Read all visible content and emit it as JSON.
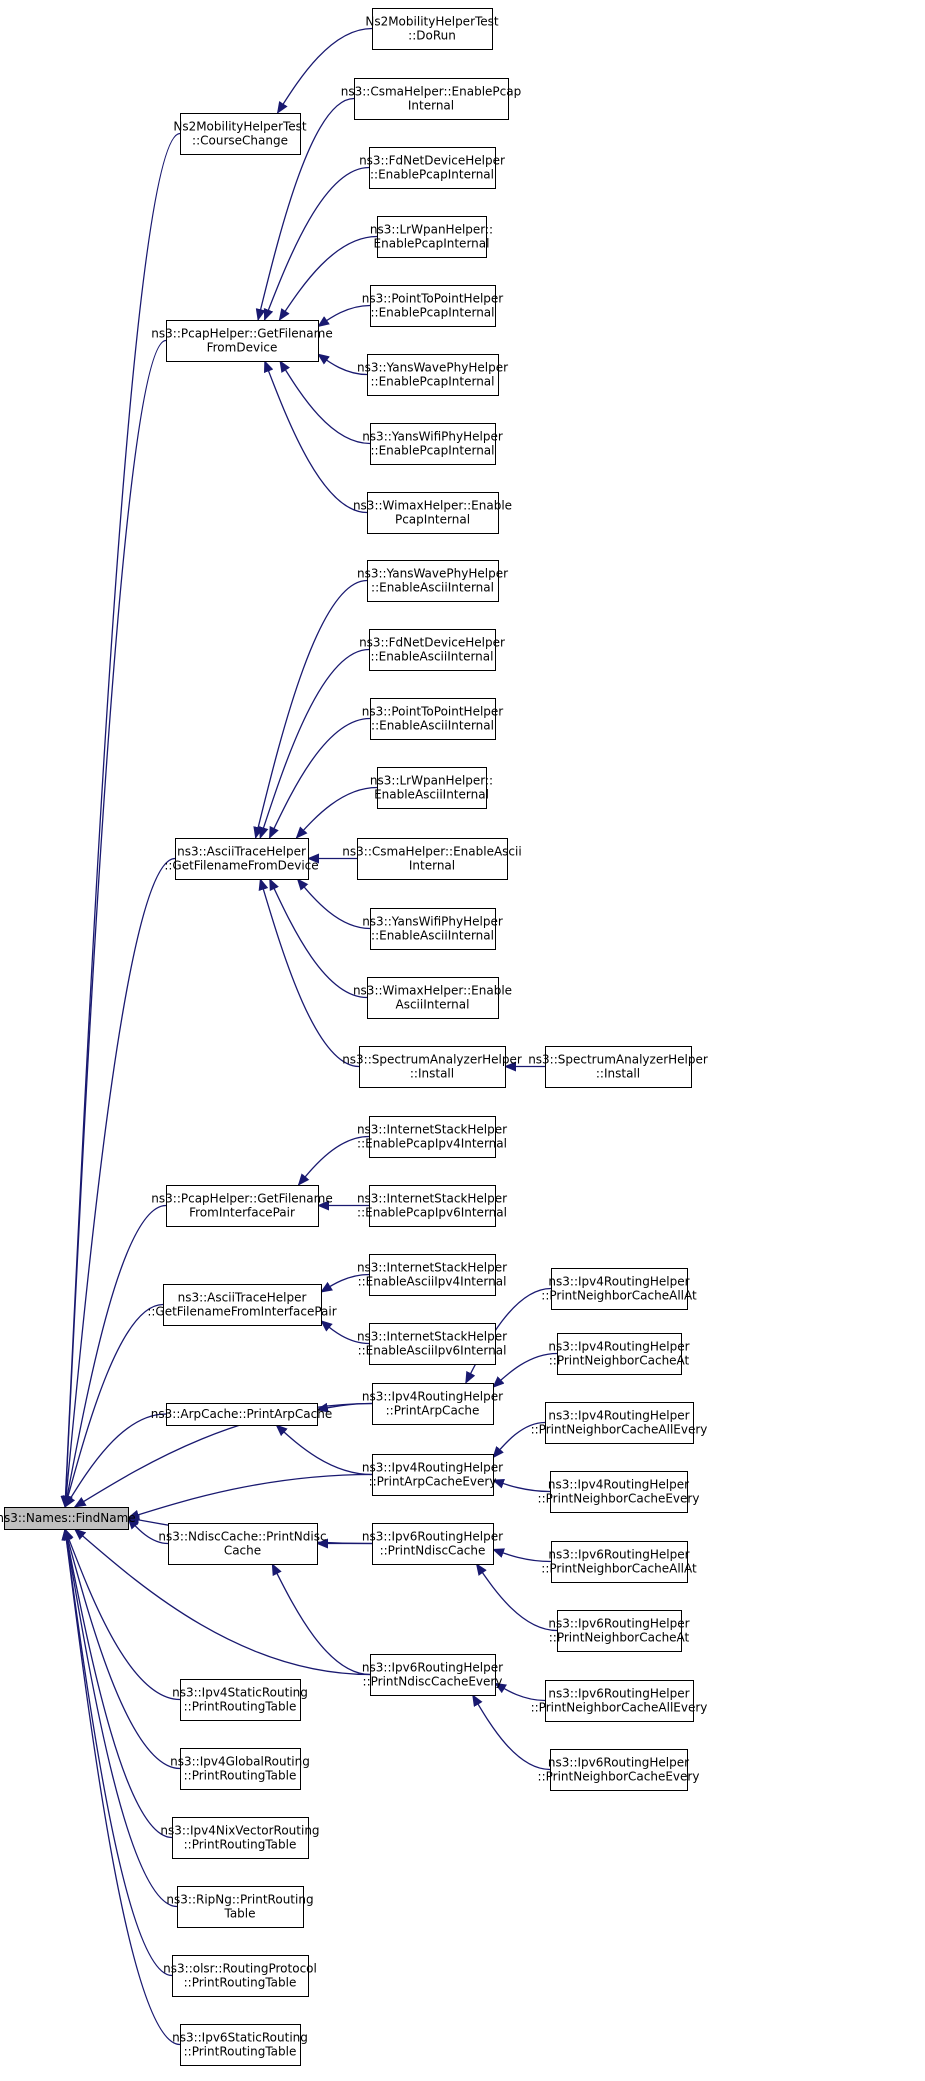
{
  "graph": {
    "root": "findname",
    "nodes": [
      {
        "id": "findname",
        "lines": [
          "ns3::Names::FindName"
        ],
        "root": true
      },
      {
        "id": "ns2mob_cc",
        "lines": [
          "Ns2MobilityHelperTest",
          "::CourseChange"
        ]
      },
      {
        "id": "ns2mob_dorun",
        "lines": [
          "Ns2MobilityHelperTest",
          "::DoRun"
        ]
      },
      {
        "id": "pcap_gfd",
        "lines": [
          "ns3::PcapHelper::GetFilename",
          "FromDevice"
        ]
      },
      {
        "id": "csma_pcap",
        "lines": [
          "ns3::CsmaHelper::EnablePcap",
          "Internal"
        ]
      },
      {
        "id": "fdnet_pcap",
        "lines": [
          "ns3::FdNetDeviceHelper",
          "::EnablePcapInternal"
        ]
      },
      {
        "id": "lrwpan_pcap",
        "lines": [
          "ns3::LrWpanHelper::",
          "EnablePcapInternal"
        ]
      },
      {
        "id": "p2p_pcap",
        "lines": [
          "ns3::PointToPointHelper",
          "::EnablePcapInternal"
        ]
      },
      {
        "id": "yanswave_pcap",
        "lines": [
          "ns3::YansWavePhyHelper",
          "::EnablePcapInternal"
        ]
      },
      {
        "id": "yanswifi_pcap",
        "lines": [
          "ns3::YansWifiPhyHelper",
          "::EnablePcapInternal"
        ]
      },
      {
        "id": "wimax_pcap",
        "lines": [
          "ns3::WimaxHelper::Enable",
          "PcapInternal"
        ]
      },
      {
        "id": "ascii_gfd",
        "lines": [
          "ns3::AsciiTraceHelper",
          "::GetFilenameFromDevice"
        ]
      },
      {
        "id": "yanswave_ascii",
        "lines": [
          "ns3::YansWavePhyHelper",
          "::EnableAsciiInternal"
        ]
      },
      {
        "id": "fdnet_ascii",
        "lines": [
          "ns3::FdNetDeviceHelper",
          "::EnableAsciiInternal"
        ]
      },
      {
        "id": "p2p_ascii",
        "lines": [
          "ns3::PointToPointHelper",
          "::EnableAsciiInternal"
        ]
      },
      {
        "id": "lrwpan_ascii",
        "lines": [
          "ns3::LrWpanHelper::",
          "EnableAsciiInternal"
        ]
      },
      {
        "id": "csma_ascii",
        "lines": [
          "ns3::CsmaHelper::EnableAscii",
          "Internal"
        ]
      },
      {
        "id": "yanswifi_ascii",
        "lines": [
          "ns3::YansWifiPhyHelper",
          "::EnableAsciiInternal"
        ]
      },
      {
        "id": "wimax_ascii",
        "lines": [
          "ns3::WimaxHelper::Enable",
          "AsciiInternal"
        ]
      },
      {
        "id": "spectrum_install_a",
        "lines": [
          "ns3::SpectrumAnalyzerHelper",
          "::Install"
        ]
      },
      {
        "id": "spectrum_install_b",
        "lines": [
          "ns3::SpectrumAnalyzerHelper",
          "::Install"
        ]
      },
      {
        "id": "pcap_gfip",
        "lines": [
          "ns3::PcapHelper::GetFilename",
          "FromInterfacePair"
        ]
      },
      {
        "id": "inet_pcap4",
        "lines": [
          "ns3::InternetStackHelper",
          "::EnablePcapIpv4Internal"
        ]
      },
      {
        "id": "inet_pcap6",
        "lines": [
          "ns3::InternetStackHelper",
          "::EnablePcapIpv6Internal"
        ]
      },
      {
        "id": "ascii_gfip",
        "lines": [
          "ns3::AsciiTraceHelper",
          "::GetFilenameFromInterfacePair"
        ]
      },
      {
        "id": "inet_ascii4",
        "lines": [
          "ns3::InternetStackHelper",
          "::EnableAsciiIpv4Internal"
        ]
      },
      {
        "id": "inet_ascii6",
        "lines": [
          "ns3::InternetStackHelper",
          "::EnableAsciiIpv6Internal"
        ]
      },
      {
        "id": "arp_print",
        "lines": [
          "ns3::ArpCache::PrintArpCache"
        ]
      },
      {
        "id": "ipv4rh_pac",
        "lines": [
          "ns3::Ipv4RoutingHelper",
          "::PrintArpCache"
        ]
      },
      {
        "id": "ipv4rh_pnc_all_at",
        "lines": [
          "ns3::Ipv4RoutingHelper",
          "::PrintNeighborCacheAllAt"
        ]
      },
      {
        "id": "ipv4rh_pnc_at",
        "lines": [
          "ns3::Ipv4RoutingHelper",
          "::PrintNeighborCacheAt"
        ]
      },
      {
        "id": "ipv4rh_pace",
        "lines": [
          "ns3::Ipv4RoutingHelper",
          "::PrintArpCacheEvery"
        ]
      },
      {
        "id": "ipv4rh_pnc_all_every",
        "lines": [
          "ns3::Ipv4RoutingHelper",
          "::PrintNeighborCacheAllEvery"
        ]
      },
      {
        "id": "ipv4rh_pnc_every",
        "lines": [
          "ns3::Ipv4RoutingHelper",
          "::PrintNeighborCacheEvery"
        ]
      },
      {
        "id": "ndisc_print",
        "lines": [
          "ns3::NdiscCache::PrintNdisc",
          "Cache"
        ]
      },
      {
        "id": "ipv6rh_pnc",
        "lines": [
          "ns3::Ipv6RoutingHelper",
          "::PrintNdiscCache"
        ]
      },
      {
        "id": "ipv6rh_pnc_all_at",
        "lines": [
          "ns3::Ipv6RoutingHelper",
          "::PrintNeighborCacheAllAt"
        ]
      },
      {
        "id": "ipv6rh_pnc_at",
        "lines": [
          "ns3::Ipv6RoutingHelper",
          "::PrintNeighborCacheAt"
        ]
      },
      {
        "id": "ipv6rh_pnce",
        "lines": [
          "ns3::Ipv6RoutingHelper",
          "::PrintNdiscCacheEvery"
        ]
      },
      {
        "id": "ipv6rh_pnc_all_every",
        "lines": [
          "ns3::Ipv6RoutingHelper",
          "::PrintNeighborCacheAllEvery"
        ]
      },
      {
        "id": "ipv6rh_pnc_every",
        "lines": [
          "ns3::Ipv6RoutingHelper",
          "::PrintNeighborCacheEvery"
        ]
      },
      {
        "id": "ipv4static_prt",
        "lines": [
          "ns3::Ipv4StaticRouting",
          "::PrintRoutingTable"
        ]
      },
      {
        "id": "ipv4global_prt",
        "lines": [
          "ns3::Ipv4GlobalRouting",
          "::PrintRoutingTable"
        ]
      },
      {
        "id": "ipv4nix_prt",
        "lines": [
          "ns3::Ipv4NixVectorRouting",
          "::PrintRoutingTable"
        ]
      },
      {
        "id": "ripng_prt",
        "lines": [
          "ns3::RipNg::PrintRouting",
          "Table"
        ]
      },
      {
        "id": "olsr_prt",
        "lines": [
          "ns3::olsr::RoutingProtocol",
          "::PrintRoutingTable"
        ]
      },
      {
        "id": "ipv6static_prt",
        "lines": [
          "ns3::Ipv6StaticRouting",
          "::PrintRoutingTable"
        ]
      }
    ],
    "edges": [
      [
        "ns2mob_cc",
        "findname"
      ],
      [
        "ns2mob_dorun",
        "ns2mob_cc"
      ],
      [
        "pcap_gfd",
        "findname"
      ],
      [
        "csma_pcap",
        "pcap_gfd"
      ],
      [
        "fdnet_pcap",
        "pcap_gfd"
      ],
      [
        "lrwpan_pcap",
        "pcap_gfd"
      ],
      [
        "p2p_pcap",
        "pcap_gfd"
      ],
      [
        "yanswave_pcap",
        "pcap_gfd"
      ],
      [
        "yanswifi_pcap",
        "pcap_gfd"
      ],
      [
        "wimax_pcap",
        "pcap_gfd"
      ],
      [
        "ascii_gfd",
        "findname"
      ],
      [
        "yanswave_ascii",
        "ascii_gfd"
      ],
      [
        "fdnet_ascii",
        "ascii_gfd"
      ],
      [
        "p2p_ascii",
        "ascii_gfd"
      ],
      [
        "lrwpan_ascii",
        "ascii_gfd"
      ],
      [
        "csma_ascii",
        "ascii_gfd"
      ],
      [
        "yanswifi_ascii",
        "ascii_gfd"
      ],
      [
        "wimax_ascii",
        "ascii_gfd"
      ],
      [
        "spectrum_install_a",
        "ascii_gfd"
      ],
      [
        "spectrum_install_b",
        "spectrum_install_a"
      ],
      [
        "pcap_gfip",
        "findname"
      ],
      [
        "inet_pcap4",
        "pcap_gfip"
      ],
      [
        "inet_pcap6",
        "pcap_gfip"
      ],
      [
        "ascii_gfip",
        "findname"
      ],
      [
        "inet_ascii4",
        "ascii_gfip"
      ],
      [
        "inet_ascii6",
        "ascii_gfip"
      ],
      [
        "ipv4rh_pac",
        "findname"
      ],
      [
        "arp_print",
        "findname"
      ],
      [
        "ipv4rh_pac",
        "arp_print"
      ],
      [
        "ipv4rh_pnc_all_at",
        "ipv4rh_pac"
      ],
      [
        "ipv4rh_pnc_at",
        "ipv4rh_pac"
      ],
      [
        "ipv4rh_pace",
        "arp_print"
      ],
      [
        "ipv4rh_pace",
        "findname"
      ],
      [
        "ipv4rh_pnc_all_every",
        "ipv4rh_pace"
      ],
      [
        "ipv4rh_pnc_every",
        "ipv4rh_pace"
      ],
      [
        "ipv6rh_pnc",
        "findname"
      ],
      [
        "ndisc_print",
        "findname"
      ],
      [
        "ipv6rh_pnc",
        "ndisc_print"
      ],
      [
        "ipv6rh_pnc_all_at",
        "ipv6rh_pnc"
      ],
      [
        "ipv6rh_pnc_at",
        "ipv6rh_pnc"
      ],
      [
        "ipv6rh_pnce",
        "findname"
      ],
      [
        "ipv6rh_pnce",
        "ndisc_print"
      ],
      [
        "ipv6rh_pnc_all_every",
        "ipv6rh_pnce"
      ],
      [
        "ipv6rh_pnc_every",
        "ipv6rh_pnce"
      ],
      [
        "ipv4static_prt",
        "findname"
      ],
      [
        "ipv4global_prt",
        "findname"
      ],
      [
        "ipv4nix_prt",
        "findname"
      ],
      [
        "ripng_prt",
        "findname"
      ],
      [
        "olsr_prt",
        "findname"
      ],
      [
        "ipv6static_prt",
        "findname"
      ]
    ]
  },
  "colors": {
    "edge": "#191970",
    "node_border": "#000000",
    "node_fill": "#ffffff",
    "root_fill": "#bfbfbf"
  }
}
